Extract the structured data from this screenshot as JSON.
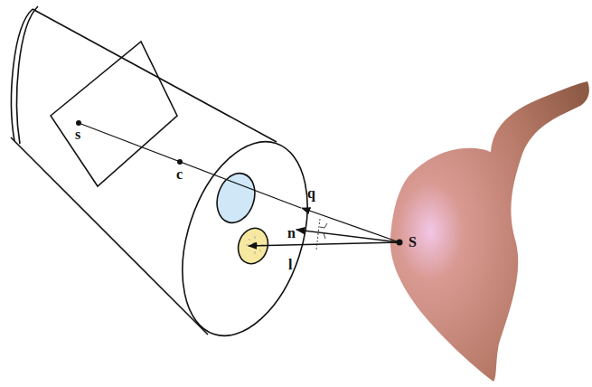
{
  "diagram": {
    "labels": [
      "s",
      "c",
      "q",
      "n",
      "l",
      "S"
    ]
  }
}
